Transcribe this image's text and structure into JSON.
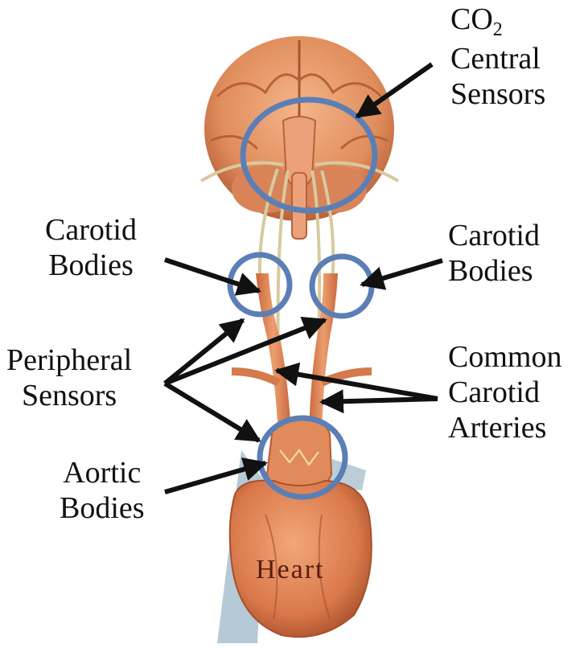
{
  "labels": {
    "co2_sensors": {
      "line1_main": "CO",
      "line1_sub": "2",
      "line2": "Central",
      "line3": "Sensors"
    },
    "carotid_left": {
      "line1": "Carotid",
      "line2": "Bodies"
    },
    "carotid_right": {
      "line1": "Carotid",
      "line2": "Bodies"
    },
    "peripheral": {
      "line1": "Peripheral",
      "line2": "Sensors"
    },
    "common_carotid": {
      "line1": "Common",
      "line2": "Carotid",
      "line3": "Arteries"
    },
    "aortic": {
      "line1": "Aortic",
      "line2": "Bodies"
    },
    "heart": "Heart"
  },
  "colors": {
    "circle": "#5b7fb5",
    "arrow": "#111111",
    "tissue": "#e39a6a",
    "tissue_dark": "#b85a33",
    "nerve": "#d8c9a0",
    "vessel_blue": "#9fb8c8"
  }
}
